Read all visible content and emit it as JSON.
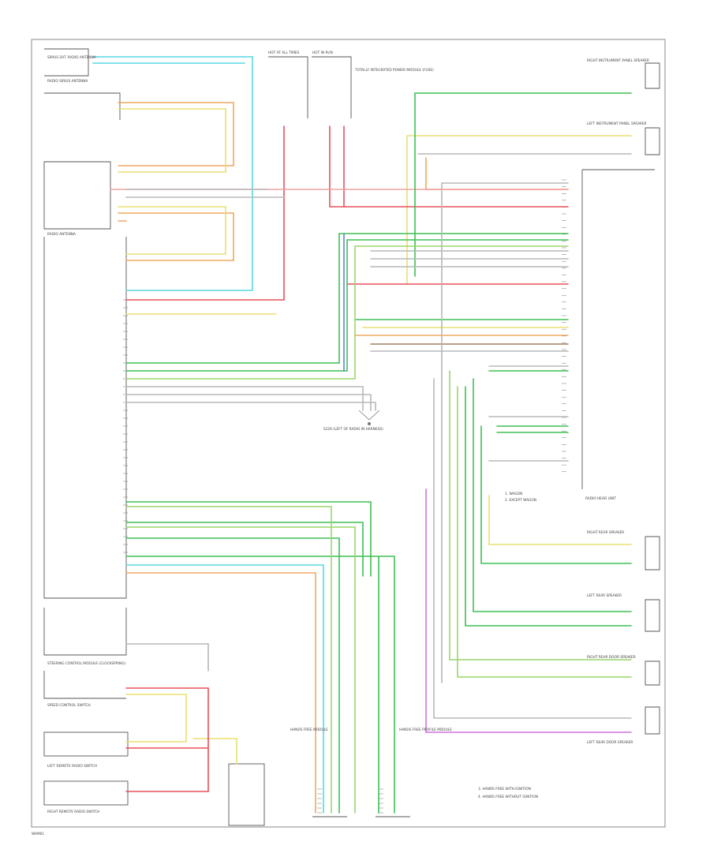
{
  "footer_code": "WAM01",
  "components": {
    "sirius_antenna": "SIRIUS SAT. RADIO ANTENNA",
    "radio_satellite": "RADIO SIRIUS ANTENNA",
    "radio_antenna": "RADIO ANTENNA",
    "radio_head_unit": "RADIO HEAD UNIT",
    "right_instrument_panel_speaker": "RIGHT INSTRUMENT PANEL SPEAKER",
    "left_instrument_panel_speaker": "LEFT INSTRUMENT PANEL SPEAKER",
    "right_rear_speaker": "RIGHT REAR SPEAKER",
    "left_rear_speaker": "LEFT REAR SPEAKER",
    "right_rear_door_speaker": "RIGHT REAR DOOR SPEAKER",
    "left_rear_door_speaker": "LEFT REAR DOOR SPEAKER",
    "steering_control_module": "STEERING CONTROL MODULE (CLOCKSPRING)",
    "steering_control_switch": "SPEED CONTROL SWITCH",
    "left_remote_radio_switch": "LEFT REMOTE RADIO SWITCH",
    "right_remote_radio_switch": "RIGHT REMOTE RADIO SWITCH",
    "hands_free_module": "HANDS FREE MODULE",
    "hands_free_profile_module": "HANDS FREE PROFILE MODULE",
    "splice": "S226 (LEFT OF RADIO IN HARNESS)",
    "totally_integrated_power_module": "TOTALLY INTEGRATED POWER MODULE (FUSE)"
  },
  "fuses": {
    "hot_at_all_times": "HOT AT ALL TIMES",
    "hot_in_run": "HOT IN RUN"
  },
  "notes": {
    "note_1": "1. WAGON",
    "note_2": "2. EXCEPT WAGON",
    "note_3": "3. HANDS FREE WITH IGNITION",
    "note_4": "4. HANDS FREE WITHOUT IGNITION"
  },
  "colors": {
    "red": "#e8505a",
    "pink": "#f2a0a0",
    "green": "#3fbf55",
    "light_green": "#9ad66a",
    "cyan": "#57d8e0",
    "orange": "#f0a860",
    "yellow": "#e8e070",
    "blue": "#6080d8",
    "violet": "#d070e0",
    "brown": "#a08060",
    "gray": "#b8b8b8"
  }
}
